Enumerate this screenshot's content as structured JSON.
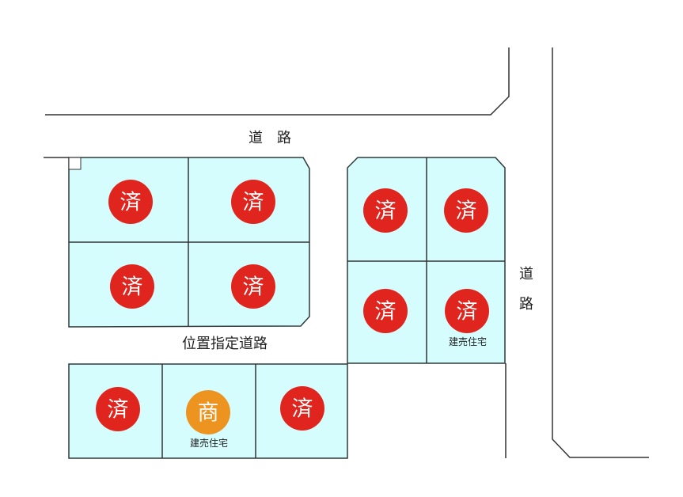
{
  "labels": {
    "top_road": "道　路",
    "side_road_1": "道",
    "side_road_2": "路",
    "private_road": "位置指定道路"
  },
  "colors": {
    "lot_fill": "#d6fdfd",
    "sold": "#e0251f",
    "negotiating": "#ec9320"
  },
  "lots": [
    {
      "status": "sold",
      "mark": "済"
    },
    {
      "status": "sold",
      "mark": "済"
    },
    {
      "status": "sold",
      "mark": "済"
    },
    {
      "status": "sold",
      "mark": "済"
    },
    {
      "status": "sold",
      "mark": "済"
    },
    {
      "status": "sold",
      "mark": "済"
    },
    {
      "status": "sold",
      "mark": "済"
    },
    {
      "status": "sold",
      "mark": "済",
      "note": "建売住宅"
    },
    {
      "status": "sold",
      "mark": "済"
    },
    {
      "status": "negotiating",
      "mark": "商",
      "note": "建売住宅"
    },
    {
      "status": "sold",
      "mark": "済"
    }
  ]
}
